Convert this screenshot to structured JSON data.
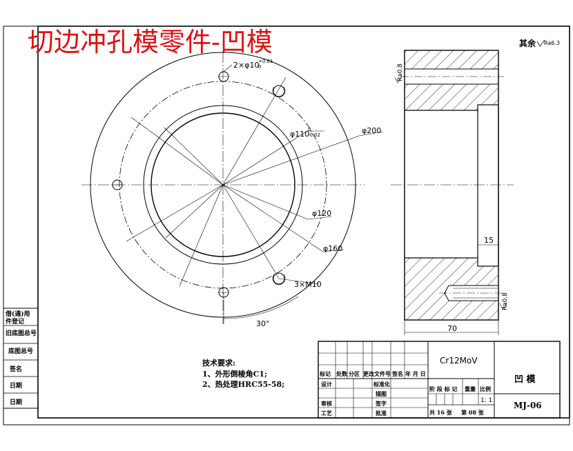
{
  "title": "切边冲孔模零件-凹模",
  "roughness_note": {
    "prefix": "其余",
    "value": "Ra6.3"
  },
  "dims": {
    "hole_count": "2×φ10",
    "hole_tol_upper": "+0.01",
    "hole_tol_lower": "0",
    "bore": "φ110",
    "bore_tol_upper": "0",
    "bore_tol_lower": "-0.02",
    "d200": "φ200",
    "d120": "φ120",
    "d160": "φ160",
    "thread": "3×M10",
    "angle": "30°",
    "width": "70",
    "step": "15",
    "ra_top": "Ra0.8",
    "ra_bottom": "Ra0.8"
  },
  "tech_req": {
    "heading": "技术要求:",
    "items": [
      "1、外形倒棱角C1;",
      "2、热处理HRC55-58;"
    ]
  },
  "left_strip": [
    "借(通)用",
    "件登记",
    "旧底图总号",
    "底图总号",
    "签名",
    "日期",
    "日期"
  ],
  "title_block": {
    "material": "Cr12MoV",
    "part_name": "凹 模",
    "drawing_no": "MJ-06",
    "scale": "1: 1",
    "row_change": [
      "标记",
      "处数",
      "分区",
      "更改文件号",
      "签名",
      "年 月 日"
    ],
    "design": "设计",
    "standardize": "标准化",
    "draw": "描图",
    "check": "审核",
    "process": "工艺",
    "sign": "签字",
    "approve": "批准",
    "stage_labels": [
      "阶 段 标 记",
      "重量",
      "比例"
    ],
    "sheets_total": "共 16 张",
    "sheet_no": "第 08 张"
  }
}
